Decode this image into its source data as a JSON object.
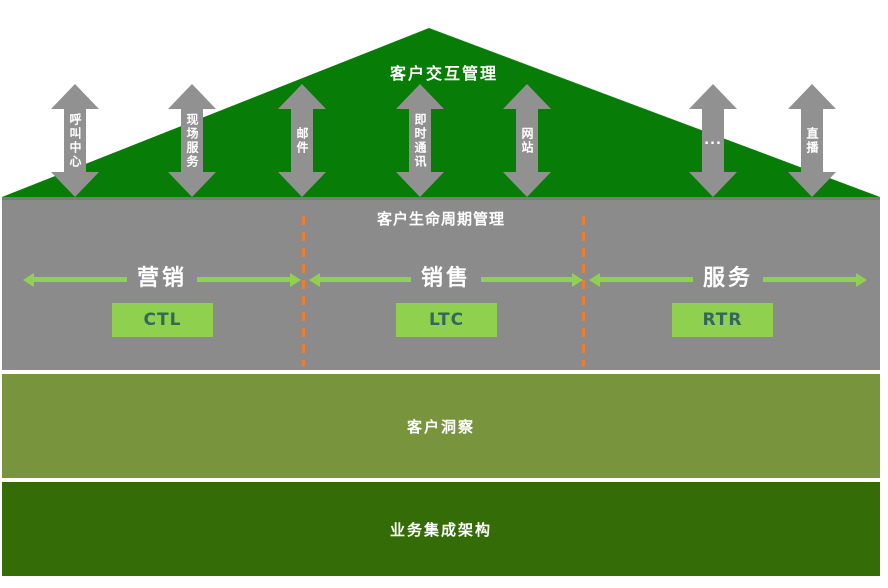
{
  "roof": {
    "title": "客户交互管理"
  },
  "channels": [
    {
      "label": "呼叫中心"
    },
    {
      "label": "现场服务"
    },
    {
      "label": "邮件"
    },
    {
      "label": "即时通讯"
    },
    {
      "label": "网站"
    },
    {
      "label": "..."
    },
    {
      "label": "直播"
    }
  ],
  "lifecycle": {
    "title": "客户生命周期管理",
    "stages": [
      {
        "label": "营销",
        "code": "CTL"
      },
      {
        "label": "销售",
        "code": "LTC"
      },
      {
        "label": "服务",
        "code": "RTR"
      }
    ]
  },
  "insight_band": {
    "label": "客户洞察"
  },
  "integration_band": {
    "label": "业务集成架构"
  },
  "colors": {
    "roof_green": "#077C07",
    "band_gray": "#8C8B8B",
    "insight_green": "#78953E",
    "integration_green": "#346D07",
    "accent_green": "#92D050",
    "box_green": "#8FD04E",
    "box_text": "#33685C",
    "divider_orange": "#ED7D31",
    "arrow_gray": "#919191"
  }
}
